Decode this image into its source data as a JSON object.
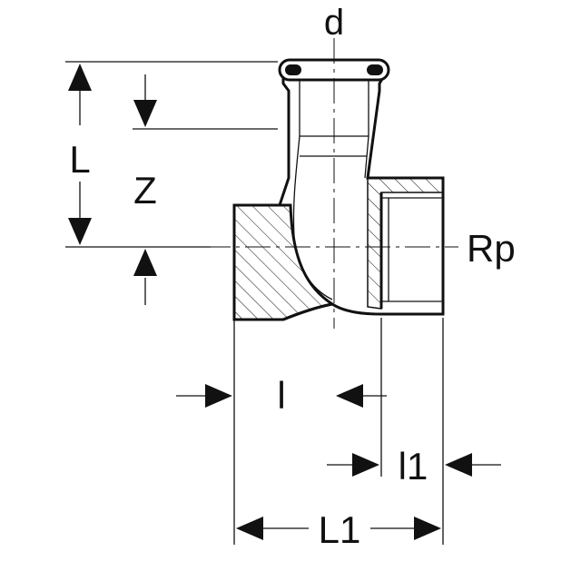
{
  "labels": {
    "d": "d",
    "L": "L",
    "Z": "Z",
    "Rp": "Rp",
    "l": "l",
    "l1": "l1",
    "L1": "L1"
  },
  "colors": {
    "line": "#111111",
    "background": "#ffffff"
  }
}
